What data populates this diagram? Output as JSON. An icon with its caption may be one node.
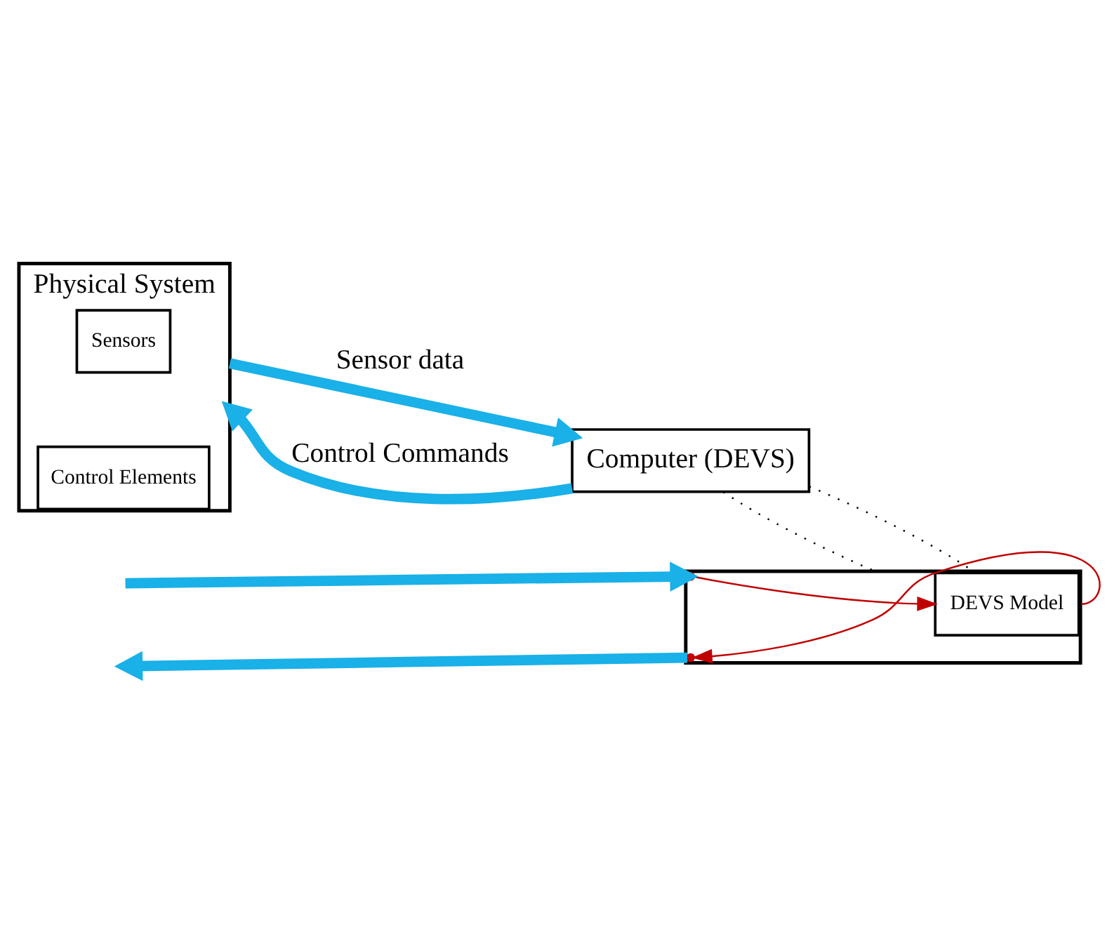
{
  "diagram": {
    "nodes": [
      {
        "text": [
          "Physical System"
        ]
      },
      {
        "text": [
          "Sensors"
        ],
        "in": 0
      },
      {
        "text": [
          "Control Elements"
        ],
        "in": 0
      },
      {
        "text": [
          "Computer (DEVS)"
        ]
      },
      {
        "text": [],
        "shape": "box"
      },
      {
        "text": [
          "DEVS Model"
        ],
        "in": 4
      }
    ],
    "edges": [
      {
        "from": 0,
        "to": 3,
        "arrow": "to",
        "label": "Sensor data",
        "style": "thick",
        "color": "#1ab0e8"
      },
      {
        "from": 3,
        "to": 0,
        "arrow": "to",
        "label": "Control Commands",
        "style": "thick",
        "color": "#1ab0e8"
      },
      {
        "from": 3,
        "to": 4,
        "arrow": "none",
        "style": "dashed",
        "color": "#000000"
      },
      {
        "from": 3,
        "to": 4,
        "arrow": "none",
        "style": "dashed",
        "color": "#000000"
      },
      {
        "from": null,
        "to": 4,
        "arrow": "to",
        "style": "thick",
        "color": "#1ab0e8"
      },
      {
        "from": 4,
        "to": null,
        "arrow": "to",
        "style": "thick",
        "color": "#1ab0e8"
      },
      {
        "from": 5,
        "to": 4,
        "arrow": "to",
        "color": "#c00000"
      },
      {
        "from": 4,
        "to": 5,
        "arrow": "to",
        "color": "#c00000"
      }
    ]
  }
}
